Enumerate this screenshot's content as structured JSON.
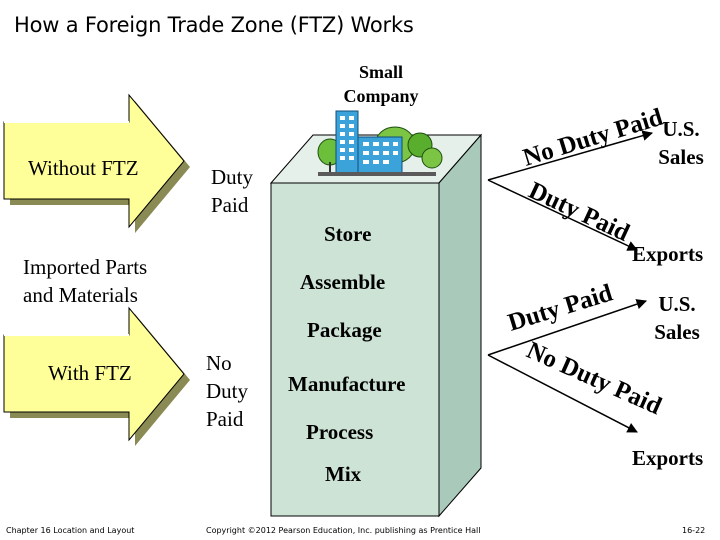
{
  "title": "How a Foreign Trade Zone (FTZ) Works",
  "company": {
    "line1": "Small",
    "line2": "Company",
    "icon": "factory-building-icon"
  },
  "without_ftz": {
    "label": "Without FTZ",
    "duty_line1": "Duty",
    "duty_line2": "Paid"
  },
  "imported": {
    "line1": "Imported Parts",
    "line2": "and Materials"
  },
  "with_ftz": {
    "label": "With FTZ",
    "duty_line1": "No",
    "duty_line2": "Duty",
    "duty_line3": "Paid"
  },
  "activities": [
    "Store",
    "Assemble",
    "Package",
    "Manufacture",
    "Process",
    "Mix"
  ],
  "top_flow": {
    "to_us_label": "No Duty Paid",
    "to_exports_label": "Duty Paid",
    "us_sales_line1": "U.S.",
    "us_sales_line2": "Sales",
    "exports": "Exports"
  },
  "bottom_flow": {
    "to_us_label": "Duty Paid",
    "to_exports_label": "No Duty Paid",
    "us_sales_line1": "U.S.",
    "us_sales_line2": "Sales",
    "exports": "Exports"
  },
  "footer": {
    "left": "Chapter 16 Location and Layout",
    "center": "Copyright ©2012 Pearson Education, Inc. publishing as Prentice Hall",
    "right": "16-22"
  },
  "colors": {
    "arrow_fill": "#ffff99",
    "box_front": "#cde3d6",
    "box_side": "#a9c9bb",
    "box_top": "#e6f0ea"
  }
}
